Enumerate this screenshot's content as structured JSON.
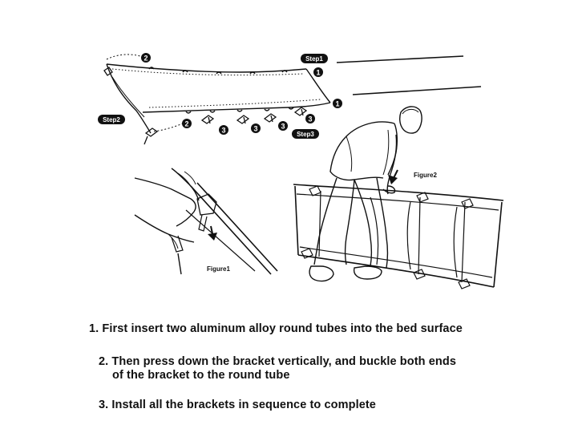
{
  "step_labels": {
    "step1": "Step1",
    "step2": "Step2",
    "step3": "Step3"
  },
  "markers": {
    "one": "1",
    "two": "2",
    "three": "3"
  },
  "figure_labels": {
    "figure1": "Figure1",
    "figure2": "Figure2"
  },
  "instructions": {
    "item1": "1. First insert two aluminum alloy round tubes into the bed surface",
    "item2_line1": "2. Then press down the bracket vertically, and buckle both ends",
    "item2_line2": "of the bracket to the round tube",
    "item3": "3. Install all the brackets in sequence to complete"
  }
}
